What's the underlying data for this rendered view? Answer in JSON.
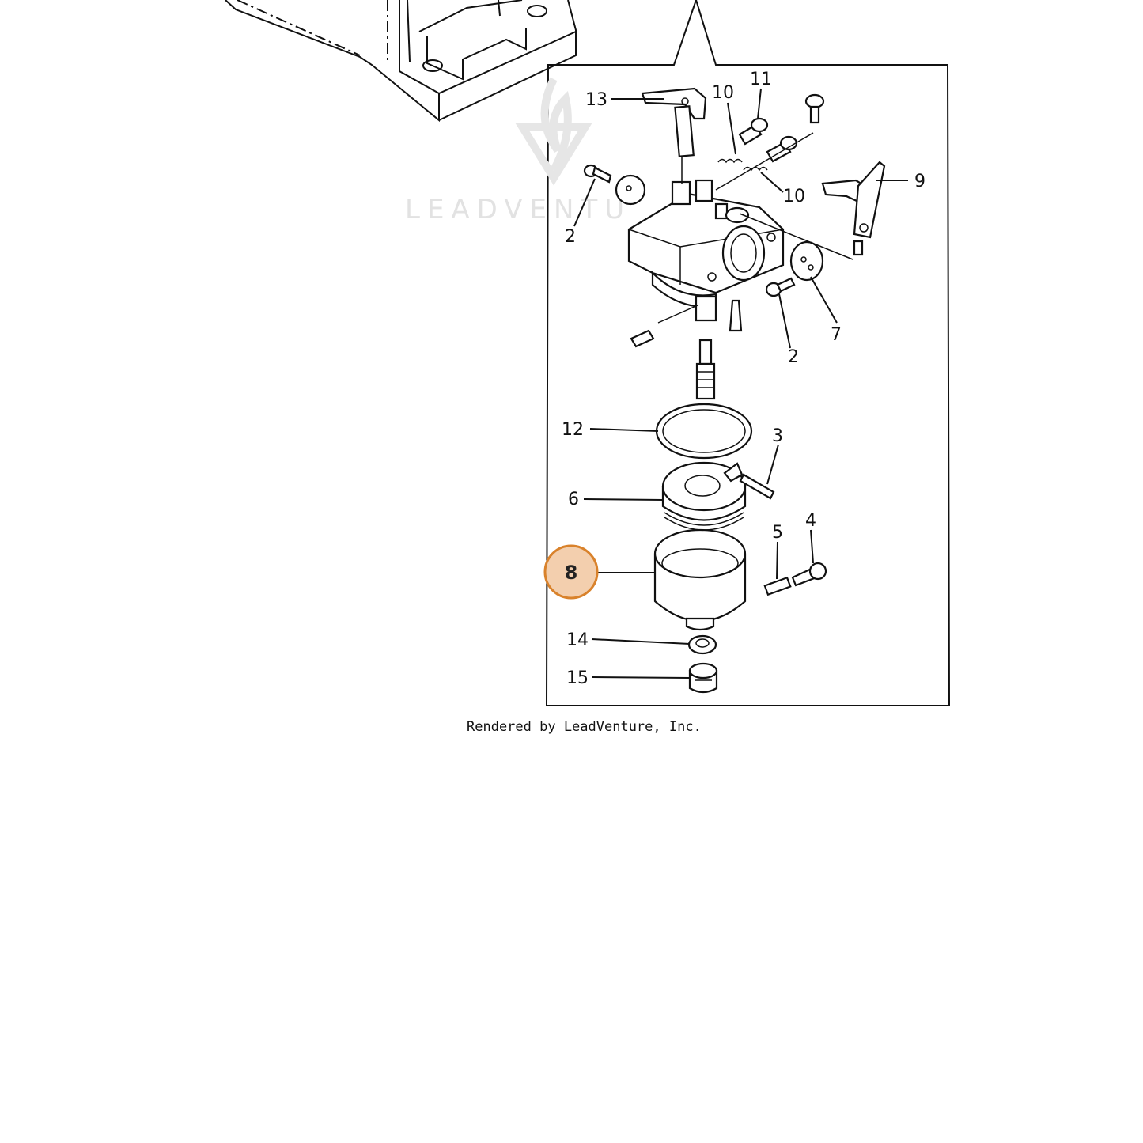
{
  "watermark": "LEADVENTU",
  "credit": "Rendered by LeadVenture, Inc.",
  "callouts": {
    "c13": "13",
    "c10a": "10",
    "c11": "11",
    "c9": "9",
    "c10b": "10",
    "c2a": "2",
    "c2b": "2",
    "c7": "7",
    "c12": "12",
    "c3": "3",
    "c6": "6",
    "c5": "5",
    "c4": "4",
    "c8": "8",
    "c14": "14",
    "c15": "15"
  },
  "highlight": {
    "part": "8",
    "color": "#f3cfae",
    "border": "#d9822b"
  }
}
